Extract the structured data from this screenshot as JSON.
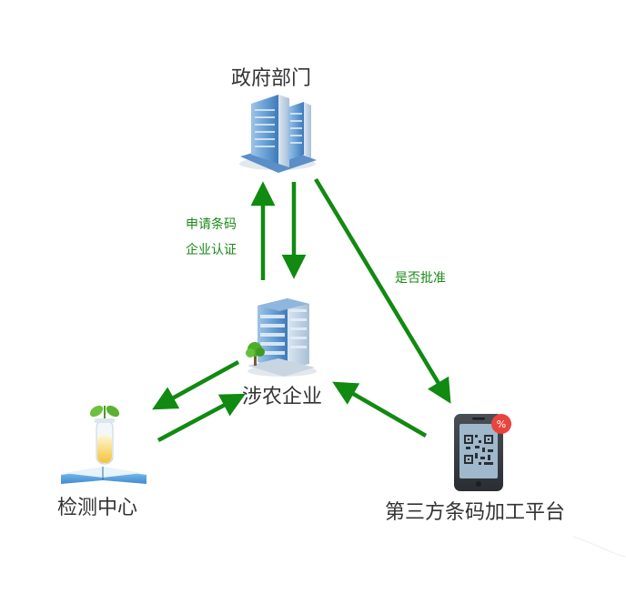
{
  "nodes": {
    "government": {
      "label": "政府部门",
      "icon": "office-building-icon"
    },
    "enterprise": {
      "label": "涉农企业",
      "icon": "office-building-tree-icon"
    },
    "inspection": {
      "label": "检测中心",
      "icon": "test-tube-sprout-icon"
    },
    "platform": {
      "label": "第三方条码加工平台",
      "icon": "phone-qr-code-icon"
    }
  },
  "edges": {
    "apply": {
      "line1": "申请条码",
      "line2": "企业认证"
    },
    "approve": {
      "label": "是否批准"
    }
  },
  "colors": {
    "arrow": "#118a11",
    "label_green": "#1a8a1a",
    "node_text": "#333333"
  }
}
